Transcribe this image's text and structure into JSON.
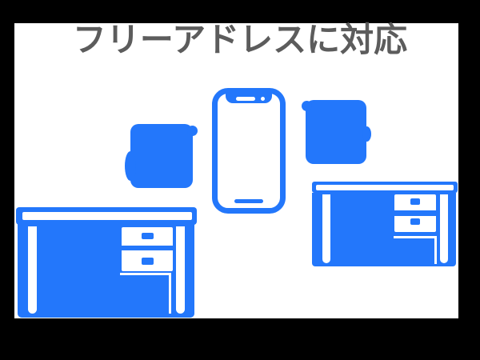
{
  "colors": {
    "canvas_background": "#000000",
    "panel_background": "#ffffff",
    "accent_blue": "#2377fb",
    "title_gray": "#5c5c5c"
  },
  "header": {
    "title": "フリーアドレスに対応"
  },
  "illustration": {
    "phone_icon": "smartphone-outline-icon",
    "phone_parts": [
      "notch",
      "speaker-slot",
      "camera-dot",
      "home-indicator"
    ],
    "left_arrow_icon": "thick-curved-arrow-left-icon",
    "right_arrow_icon": "thick-curved-arrow-right-icon",
    "left_desk_icon": "office-desk-with-two-drawers-icon",
    "right_desk_icon": "office-desk-with-two-drawers-icon"
  }
}
